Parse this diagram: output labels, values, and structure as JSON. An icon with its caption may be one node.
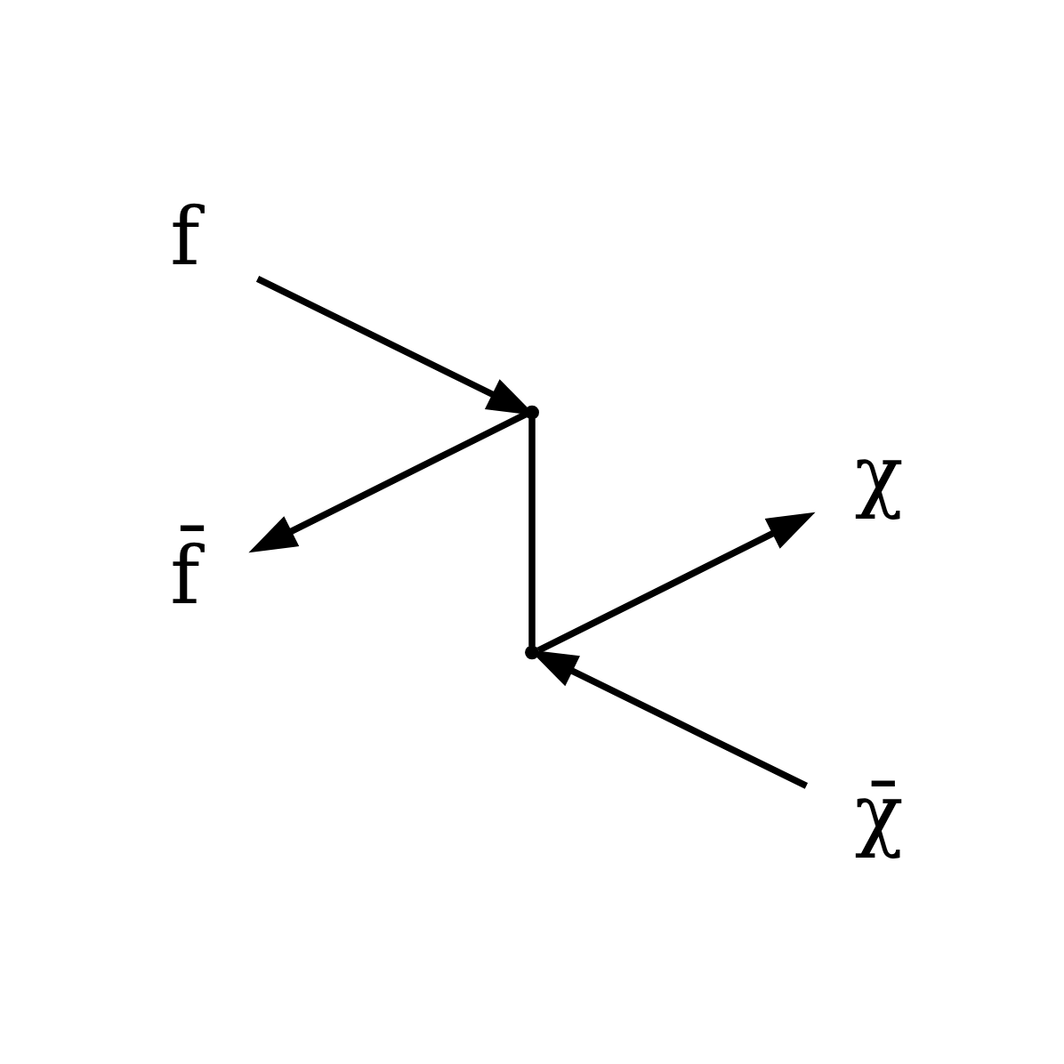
{
  "diagram": {
    "nodes": [
      {
        "text": [
          "f"
        ]
      },
      {
        "text": [
          "χ"
        ]
      },
      {
        "text": [],
        "shape": "point"
      },
      {
        "text": [],
        "shape": "point"
      },
      {
        "text": [
          "f̄"
        ]
      },
      {
        "text": [
          "χ̄"
        ]
      }
    ],
    "edges": [
      {
        "from": 0,
        "to": 2,
        "arrow": "to"
      },
      {
        "from": 2,
        "to": 4,
        "arrow": "to"
      },
      {
        "from": 2,
        "to": 3,
        "arrow": "none"
      },
      {
        "from": 3,
        "to": 1,
        "arrow": "to"
      },
      {
        "from": 5,
        "to": 3,
        "arrow": "to"
      }
    ]
  }
}
